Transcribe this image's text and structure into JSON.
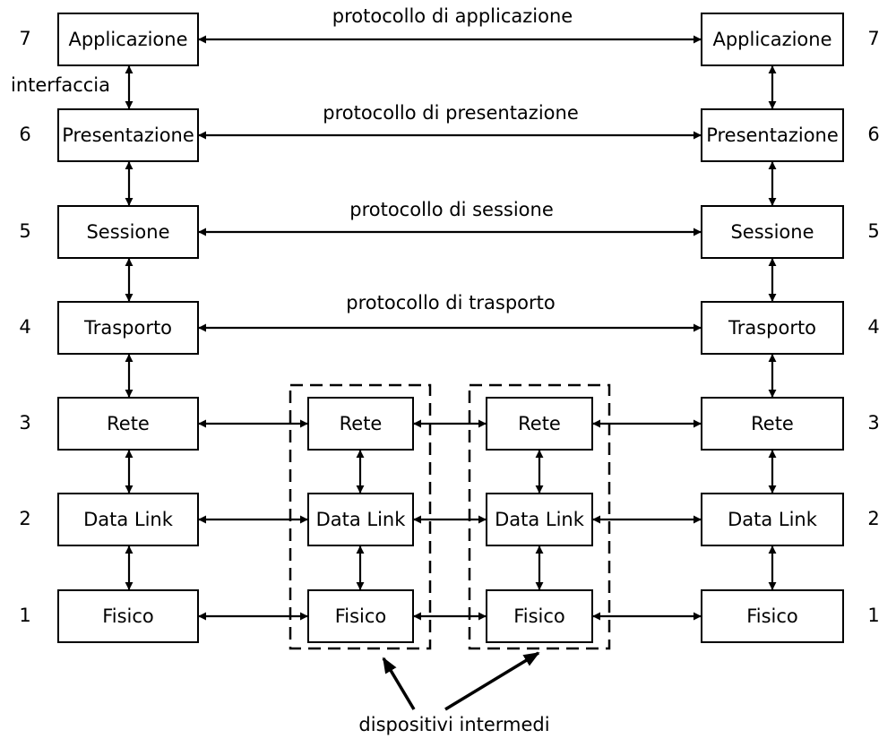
{
  "left_stack": {
    "applicazione": "Applicazione",
    "presentazione": "Presentazione",
    "sessione": "Sessione",
    "trasporto": "Trasporto",
    "rete": "Rete",
    "data_link": "Data Link",
    "fisico": "Fisico"
  },
  "right_stack": {
    "applicazione": "Applicazione",
    "presentazione": "Presentazione",
    "sessione": "Sessione",
    "trasporto": "Trasporto",
    "rete": "Rete",
    "data_link": "Data Link",
    "fisico": "Fisico"
  },
  "intermediate_1": {
    "rete": "Rete",
    "data_link": "Data Link",
    "fisico": "Fisico"
  },
  "intermediate_2": {
    "rete": "Rete",
    "data_link": "Data Link",
    "fisico": "Fisico"
  },
  "layer_numbers": [
    "7",
    "6",
    "5",
    "4",
    "3",
    "2",
    "1"
  ],
  "interface_label": "interfaccia",
  "protocols": {
    "applicazione": "protocollo di applicazione",
    "presentazione": "protocollo di presentazione",
    "sessione": "protocollo di sessione",
    "trasporto": "protocollo di trasporto"
  },
  "intermediate_caption": "dispositivi intermedi"
}
